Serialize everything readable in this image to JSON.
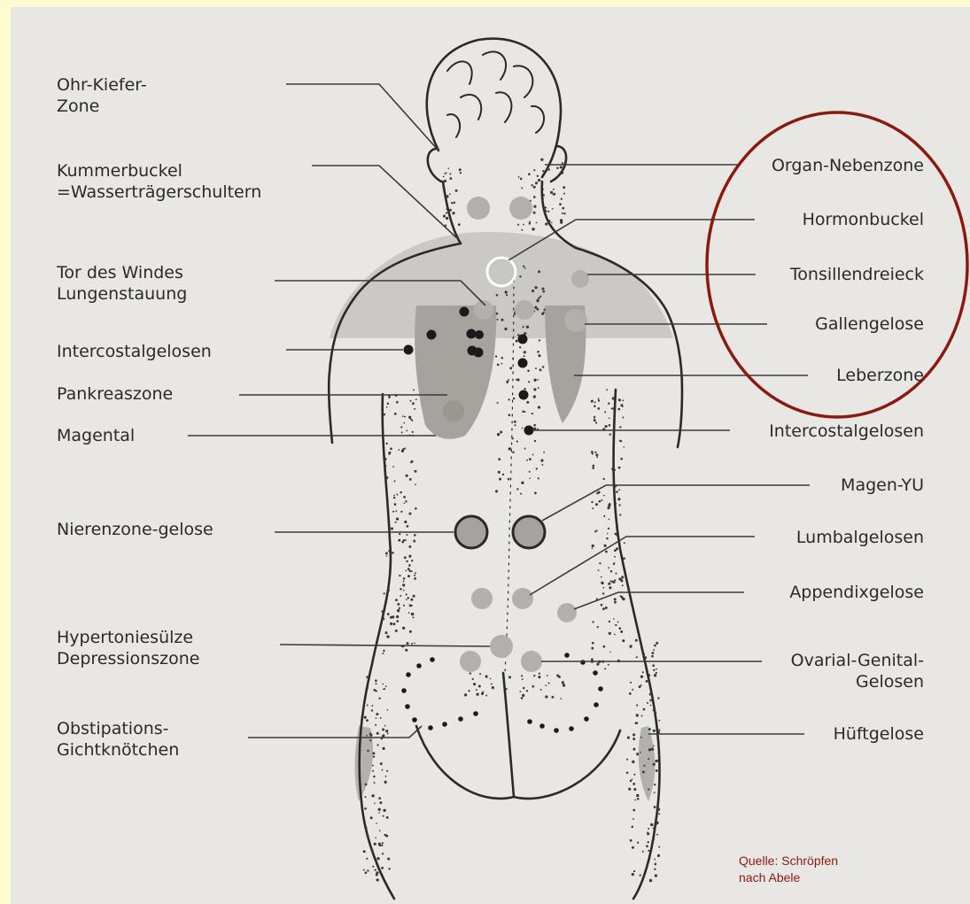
{
  "labels_left": [
    {
      "id": "ohr-kiefer-zone",
      "lines": [
        "Ohr-Kiefer-",
        "Zone"
      ]
    },
    {
      "id": "kummerbuckel",
      "lines": [
        "Kummerbuckel",
        "=Wasserträgerschultern"
      ]
    },
    {
      "id": "tor-des-windes",
      "lines": [
        "Tor des Windes",
        "Lungenstauung"
      ]
    },
    {
      "id": "intercostalgelosen-left",
      "lines": [
        "Intercostalgelosen"
      ]
    },
    {
      "id": "pankreaszone",
      "lines": [
        "Pankreaszone"
      ]
    },
    {
      "id": "magental",
      "lines": [
        "Magental"
      ]
    },
    {
      "id": "nierenzone-gelose",
      "lines": [
        "Nierenzone-gelose"
      ]
    },
    {
      "id": "hypertoniesulze",
      "lines": [
        "Hypertoniesülze",
        "Depressionszone"
      ]
    },
    {
      "id": "obstipations",
      "lines": [
        "Obstipations-",
        "Gichtknötchen"
      ]
    }
  ],
  "labels_right": [
    {
      "id": "organ-nebenzone",
      "lines": [
        "Organ-Nebenzone"
      ]
    },
    {
      "id": "hormonbuckel",
      "lines": [
        "Hormonbuckel"
      ]
    },
    {
      "id": "tonsillendreieck",
      "lines": [
        "Tonsillendreieck"
      ]
    },
    {
      "id": "gallengelose",
      "lines": [
        "Gallengelose"
      ]
    },
    {
      "id": "leberzone",
      "lines": [
        "Leberzone"
      ]
    },
    {
      "id": "intercostalgelosen-right",
      "lines": [
        "Intercostalgelosen"
      ]
    },
    {
      "id": "magen-yu",
      "lines": [
        "Magen-YU"
      ]
    },
    {
      "id": "lumbalgelosen",
      "lines": [
        "Lumbalgelosen"
      ]
    },
    {
      "id": "appendixgelose",
      "lines": [
        "Appendixgelose"
      ]
    },
    {
      "id": "ovarial-genital",
      "lines": [
        "Ovarial-Genital-",
        "Gelosen"
      ]
    },
    {
      "id": "huftgelose",
      "lines": [
        "Hüftgelose"
      ]
    }
  ],
  "source": [
    "Quelle: Schröpfen",
    "nach Abele"
  ],
  "colors": {
    "page_background": "#fdfbd0",
    "paper": "#e9e7e3",
    "ink": "#2a2a2a",
    "zone_light": "#c9c7c4",
    "zone_mid": "#a9a6a2",
    "zone_dark": "#8e8a86",
    "highlight_circle": "#8a1a10"
  }
}
